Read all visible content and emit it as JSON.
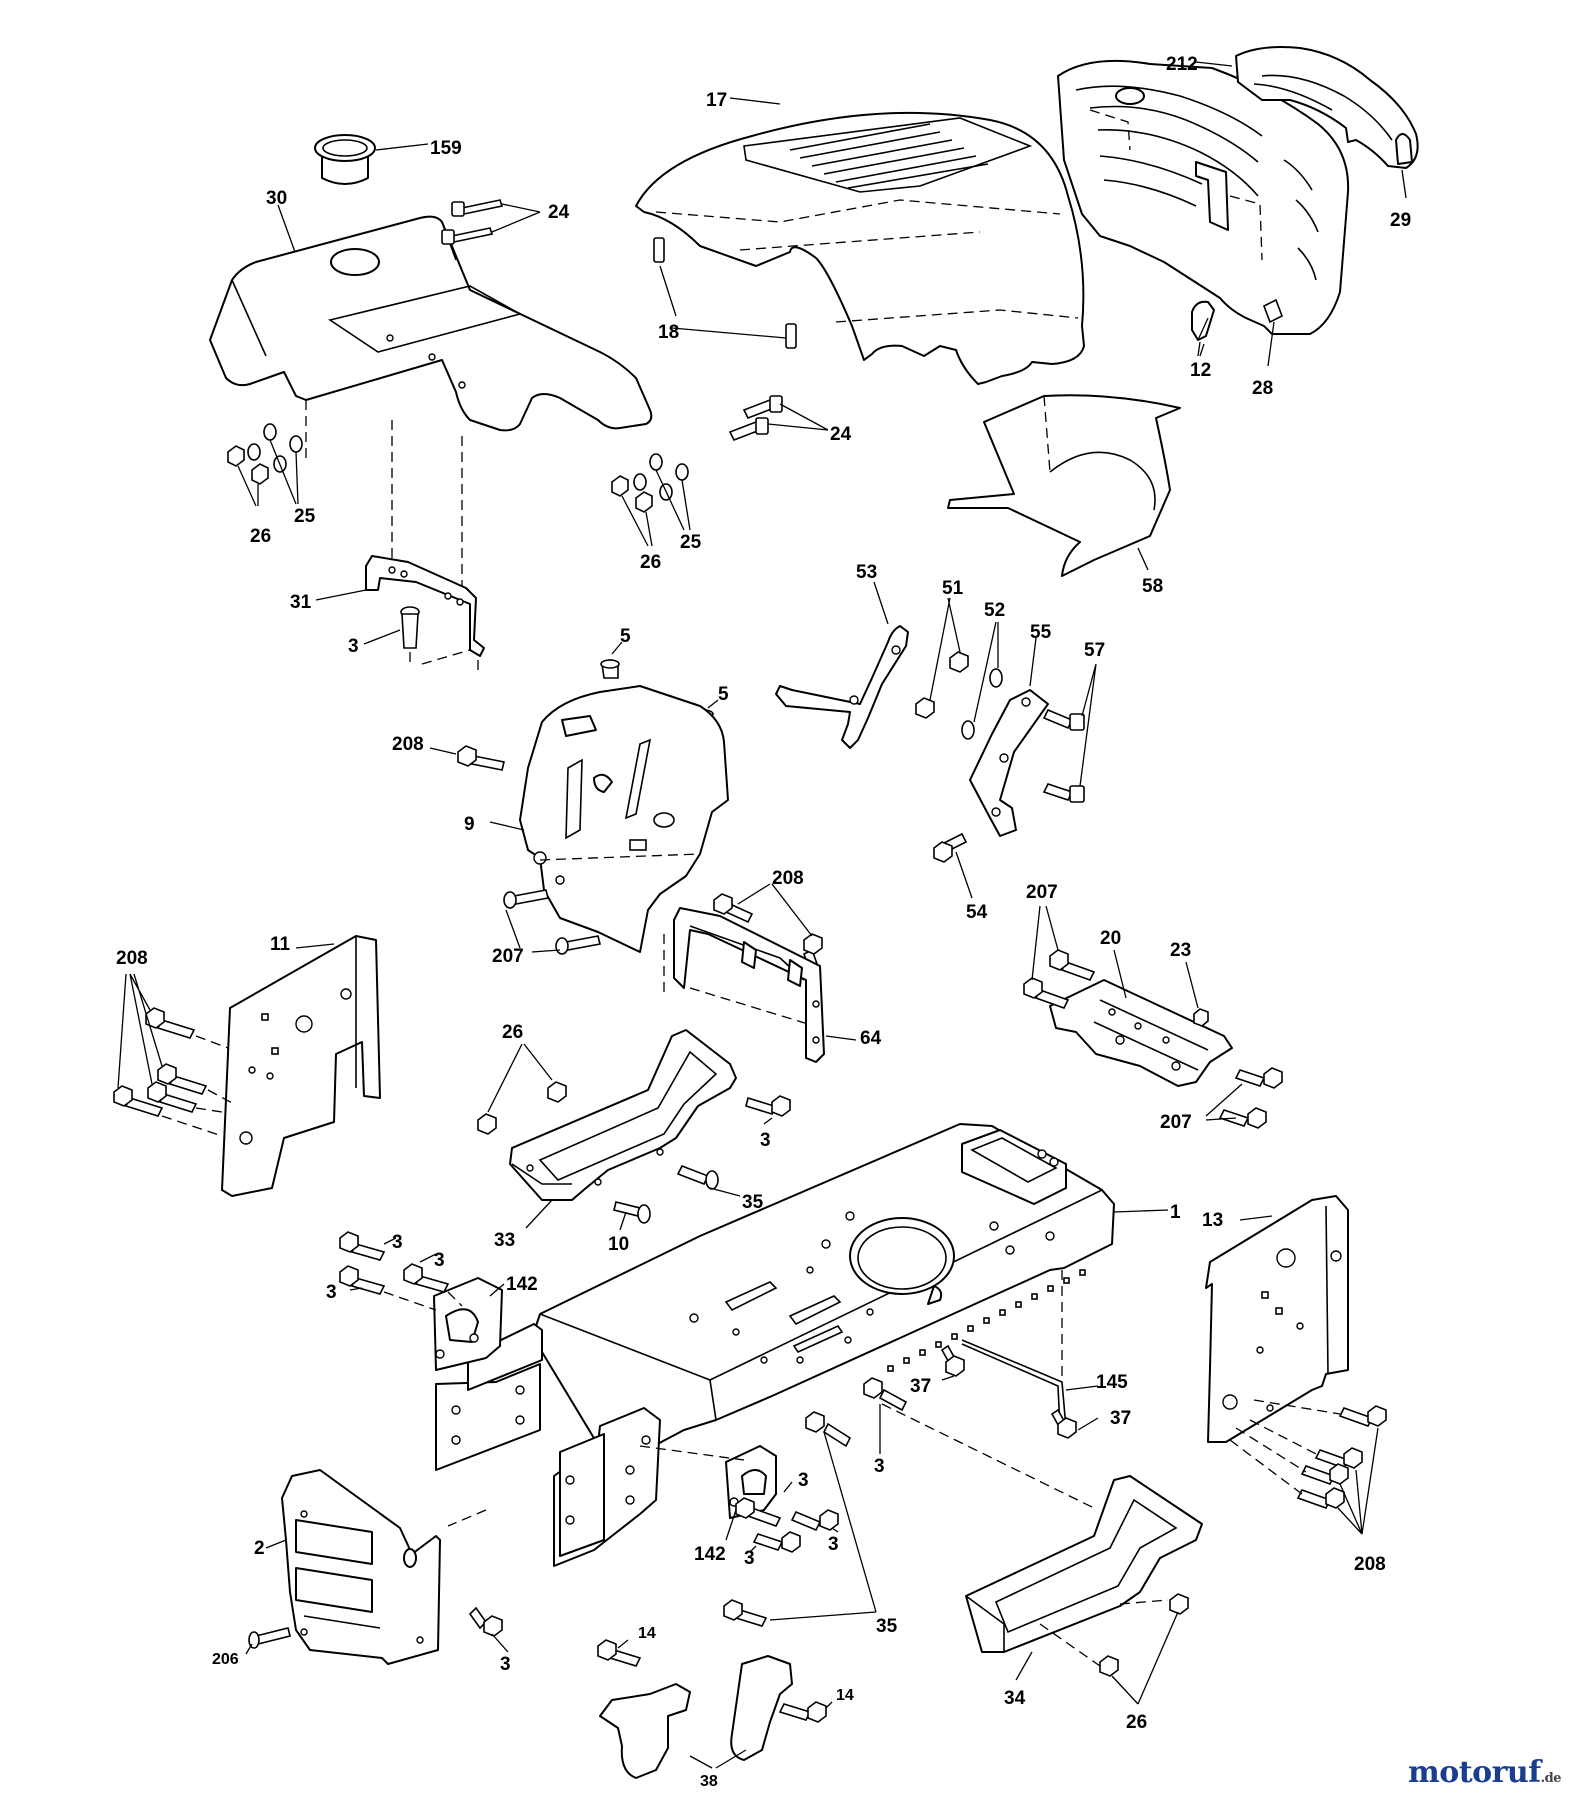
{
  "diagram": {
    "callouts": {
      "c159": "159",
      "c30": "30",
      "c24a": "24",
      "c24b": "24",
      "c17": "17",
      "c18": "18",
      "c212": "212",
      "c29": "29",
      "c12": "12",
      "c28": "28",
      "c25a": "25",
      "c26a": "26",
      "c25b": "25",
      "c26b": "26",
      "c31": "31",
      "c3a": "3",
      "c58": "58",
      "c53": "53",
      "c51": "51",
      "c52": "52",
      "c55": "55",
      "c57": "57",
      "c54": "54",
      "c5a": "5",
      "c5b": "5",
      "c208a": "208",
      "c9": "9",
      "c208b": "208",
      "c207a": "207",
      "c64": "64",
      "c11": "11",
      "c208c": "208",
      "c207b": "207",
      "c20": "20",
      "c23": "23",
      "c207c": "207",
      "c26c": "26",
      "c3b": "3",
      "c35a": "35",
      "c33": "33",
      "c10": "10",
      "c1": "1",
      "c13": "13",
      "c3c": "3",
      "c3d": "3",
      "c3e": "3",
      "c142a": "142",
      "c37a": "37",
      "c145": "145",
      "c37b": "37",
      "c3f": "3",
      "c208d": "208",
      "c2": "2",
      "c3g": "3",
      "c142b": "142",
      "c3h": "3",
      "c3i": "3",
      "c35b": "35",
      "c206": "206",
      "c3j": "3",
      "c14a": "14",
      "c14b": "14",
      "c38": "38",
      "c34": "34",
      "c26d": "26"
    },
    "colors": {
      "line": "#000000",
      "background": "#ffffff"
    }
  },
  "watermark": {
    "brand": "motoruf",
    "tld": ".de",
    "colors": {
      "primary": "#1a3d8f",
      "accent": "#e07b00"
    }
  }
}
